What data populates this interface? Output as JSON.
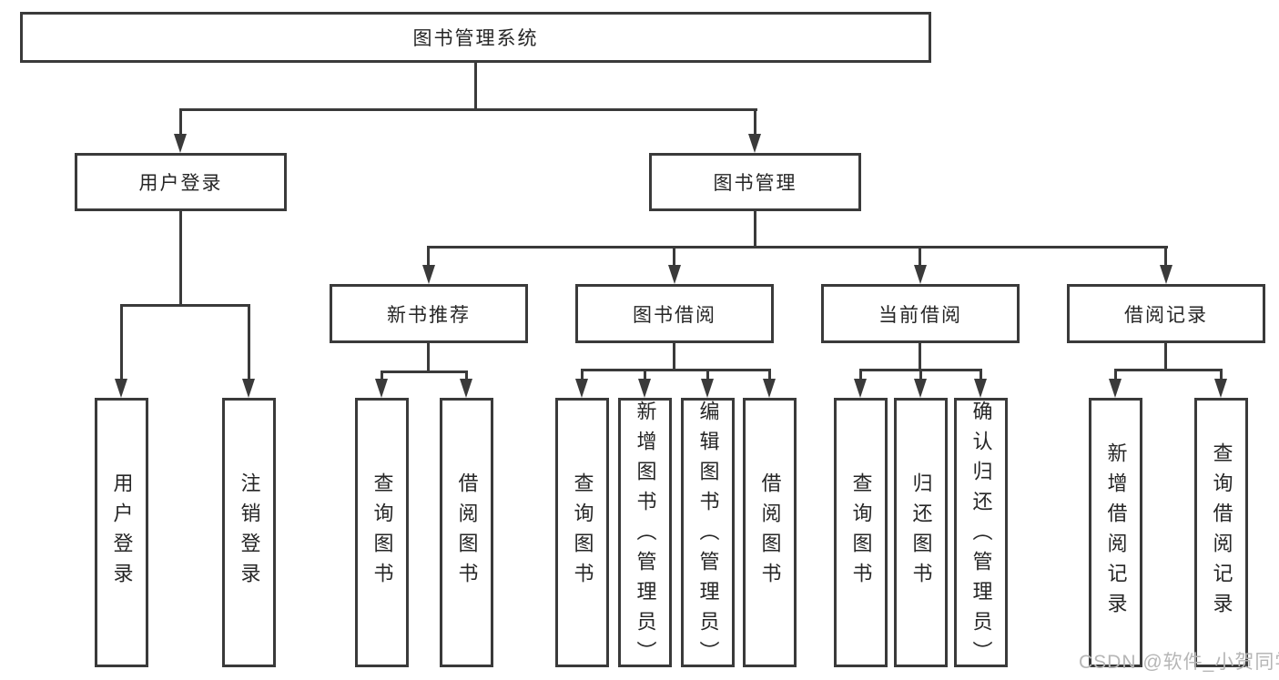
{
  "diagram": {
    "root": {
      "label": "图书管理系统"
    },
    "branches": [
      {
        "label": "用户登录",
        "children": [
          {
            "label": "用户登录"
          },
          {
            "label": "注销登录"
          }
        ]
      },
      {
        "label": "图书管理",
        "children": [
          {
            "label": "新书推荐",
            "children": [
              {
                "label": "查询图书"
              },
              {
                "label": "借阅图书"
              }
            ]
          },
          {
            "label": "图书借阅",
            "children": [
              {
                "label": "查询图书"
              },
              {
                "label": "新增图书（管理员）"
              },
              {
                "label": "编辑图书（管理员）"
              },
              {
                "label": "借阅图书"
              }
            ]
          },
          {
            "label": "当前借阅",
            "children": [
              {
                "label": "查询图书"
              },
              {
                "label": "归还图书"
              },
              {
                "label": "确认归还（管理员）"
              }
            ]
          },
          {
            "label": "借阅记录",
            "children": [
              {
                "label": "新增借阅记录"
              },
              {
                "label": "查询借阅记录"
              }
            ]
          }
        ]
      }
    ],
    "watermark": "CSDN @软件_小贺同学",
    "colors": {
      "line": "#3a3a3a",
      "text": "#262626",
      "background": "#ffffff",
      "watermark": "#b6b6b6"
    }
  }
}
